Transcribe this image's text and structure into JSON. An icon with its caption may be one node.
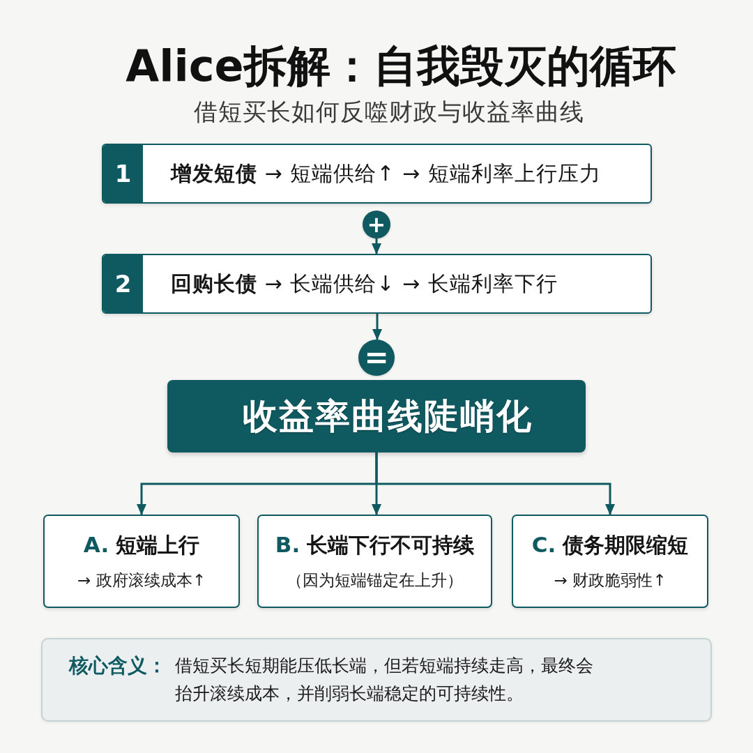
{
  "diagram": {
    "title": "Alice拆解：自我毁灭的循环",
    "nodes": [
      {
        "text": [
          "1",
          "**增发短债** → 短端供给↑ → 短端利率上行压力"
        ]
      },
      {
        "text": [
          "+"
        ]
      },
      {
        "text": [
          "2",
          "**回购长债** → 长端供给↓ → 长端利率下行"
        ]
      },
      {
        "text": [
          "="
        ]
      },
      {
        "text": [
          "收益率曲线陡峭化"
        ]
      },
      {
        "text": [
          "A.",
          "短端上行",
          "→ 政府滚续成本↑"
        ]
      },
      {
        "text": [
          "B.",
          "长端下行不可持续",
          "（因为短端锚定在上升）"
        ]
      },
      {
        "text": [
          "C.",
          "债务期限缩短",
          "→ 财政脆弱性↑"
        ]
      },
      {
        "text": [
          "核心含义：",
          "借短买长短期能压低长端，但若短端持续走高，最终会抬升滚续成本，并削弱长端稳定的可持续性。"
        ]
      }
    ],
    "edges": [
      {
        "from": 1,
        "to": 2,
        "arrow": "to"
      },
      {
        "from": 2,
        "to": 3,
        "arrow": "to"
      },
      {
        "from": 4,
        "to": 5,
        "arrow": "to"
      },
      {
        "from": 4,
        "to": 6,
        "arrow": "to"
      },
      {
        "from": 4,
        "to": 7,
        "arrow": "to"
      }
    ],
    "labels": [
      "借短买长如何反噬财政与收益率曲线"
    ]
  }
}
